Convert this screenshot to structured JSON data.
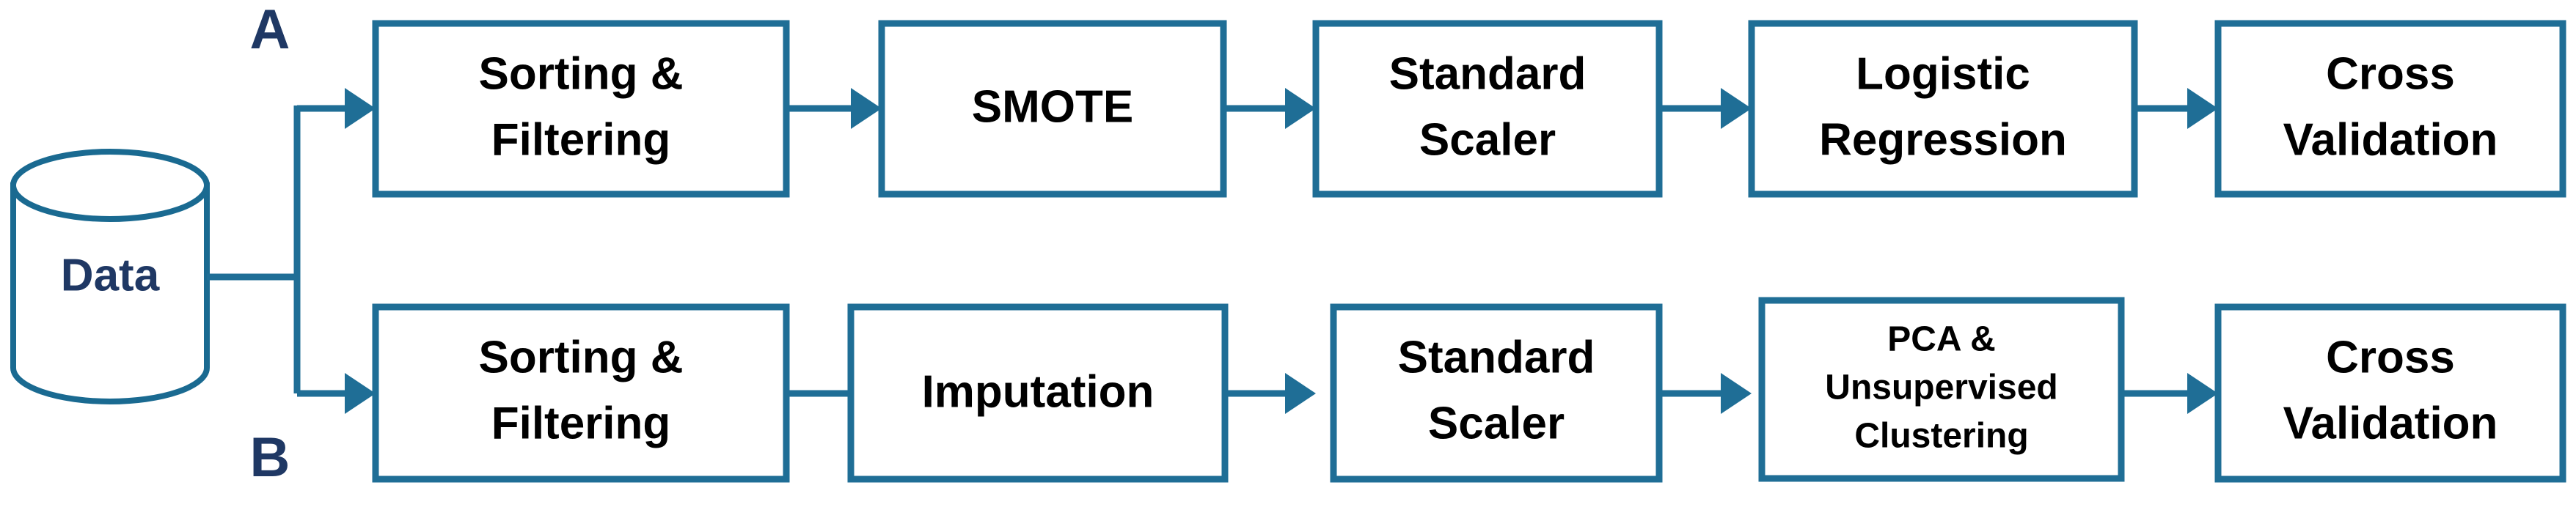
{
  "diagram": {
    "title": "Machine Learning Pipeline Flowchart",
    "background_color": "#FFFFFF",
    "accent_color": "#1F6E96",
    "label_color": "#1F3864",
    "text_color": "#000000",
    "source": {
      "name": "data-cylinder",
      "label": "Data",
      "shape": "cylinder"
    },
    "branches": [
      {
        "id": "A",
        "letter": "A",
        "steps": [
          {
            "id": "a1",
            "lines": [
              "Sorting &",
              "Filtering"
            ]
          },
          {
            "id": "a2",
            "lines": [
              "SMOTE"
            ]
          },
          {
            "id": "a3",
            "lines": [
              "Standard",
              "Scaler"
            ]
          },
          {
            "id": "a4",
            "lines": [
              "Logistic",
              "Regression"
            ]
          },
          {
            "id": "a5",
            "lines": [
              "Cross",
              "Validation"
            ]
          }
        ]
      },
      {
        "id": "B",
        "letter": "B",
        "steps": [
          {
            "id": "b1",
            "lines": [
              "Sorting &",
              "Filtering"
            ]
          },
          {
            "id": "b2",
            "lines": [
              "Imputation"
            ]
          },
          {
            "id": "b3",
            "lines": [
              "Standard",
              "Scaler"
            ]
          },
          {
            "id": "b4",
            "lines": [
              "PCA &",
              "Unsupervised",
              "Clustering"
            ]
          },
          {
            "id": "b5",
            "lines": [
              "Cross",
              "Validation"
            ]
          }
        ]
      }
    ],
    "text": {
      "data_label": "Data",
      "letter_a": "A",
      "letter_b": "B",
      "a1_line1": "Sorting &",
      "a1_line2": "Filtering",
      "a2_line1": "SMOTE",
      "a3_line1": "Standard",
      "a3_line2": "Scaler",
      "a4_line1": "Logistic",
      "a4_line2": "Regression",
      "a5_line1": "Cross",
      "a5_line2": "Validation",
      "b1_line1": "Sorting &",
      "b1_line2": "Filtering",
      "b2_line1": "Imputation",
      "b3_line1": "Standard",
      "b3_line2": "Scaler",
      "b4_line1": "PCA &",
      "b4_line2": "Unsupervised",
      "b4_line3": "Clustering",
      "b5_line1": "Cross",
      "b5_line2": "Validation"
    }
  }
}
